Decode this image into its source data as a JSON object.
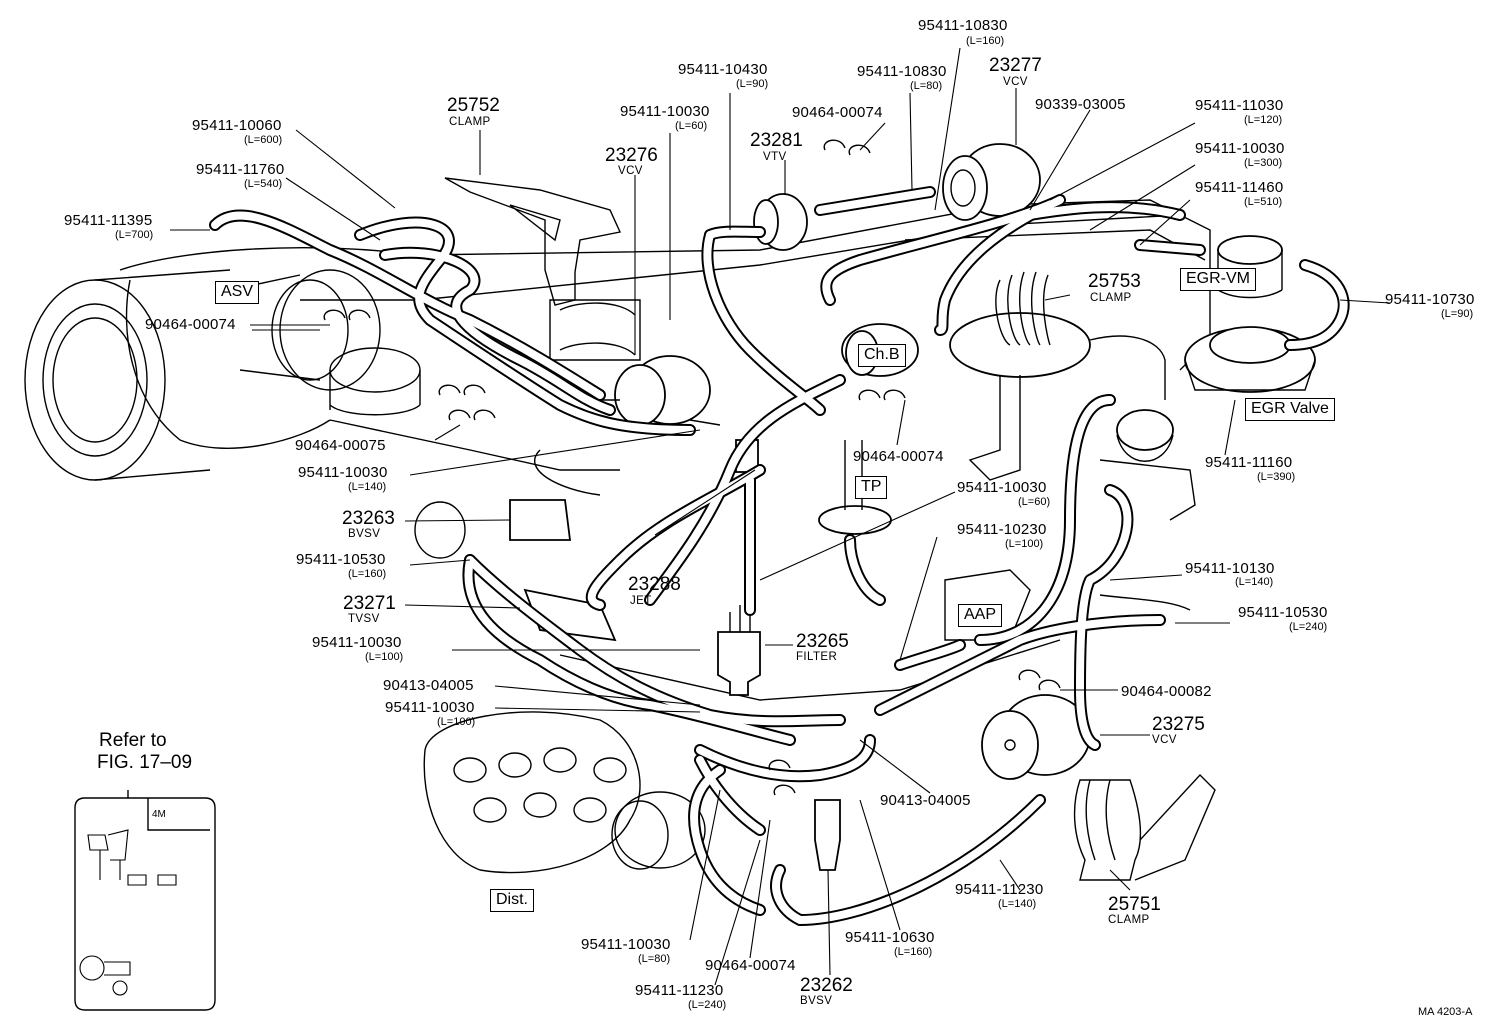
{
  "callouts": [
    {
      "id": "c1",
      "part": "95411-10830",
      "len": "(L=160)"
    },
    {
      "id": "c2",
      "part": "95411-10430",
      "len": "(L=90)"
    },
    {
      "id": "c3",
      "part": "95411-10830",
      "len": "(L=80)"
    },
    {
      "id": "c4",
      "part": "23277",
      "desc": "VCV"
    },
    {
      "id": "c5",
      "part": "25752",
      "desc": "CLAMP"
    },
    {
      "id": "c6",
      "part": "95411-10030",
      "len": "(L=60)"
    },
    {
      "id": "c7",
      "part": "90464-00074"
    },
    {
      "id": "c8",
      "part": "90339-03005"
    },
    {
      "id": "c9",
      "part": "95411-11030",
      "len": "(L=120)"
    },
    {
      "id": "c10",
      "part": "95411-10060",
      "len": "(L=600)"
    },
    {
      "id": "c11",
      "part": "23276",
      "desc": "VCV"
    },
    {
      "id": "c12",
      "part": "23281",
      "desc": "VTV"
    },
    {
      "id": "c13",
      "part": "95411-10030",
      "len": "(L=300)"
    },
    {
      "id": "c14",
      "part": "95411-11760",
      "len": "(L=540)"
    },
    {
      "id": "c15",
      "part": "95411-11460",
      "len": "(L=510)"
    },
    {
      "id": "c16",
      "part": "95411-11395",
      "len": "(L=700)"
    },
    {
      "id": "c17",
      "part": "25753",
      "desc": "CLAMP"
    },
    {
      "id": "c18",
      "part": "95411-10730",
      "len": "(L=90)"
    },
    {
      "id": "c19",
      "part": "90464-00074"
    },
    {
      "id": "c20",
      "part": "90464-00075"
    },
    {
      "id": "c21",
      "part": "90464-00074"
    },
    {
      "id": "c22",
      "part": "95411-11160",
      "len": "(L=390)"
    },
    {
      "id": "c23",
      "part": "95411-10030",
      "len": "(L=140)"
    },
    {
      "id": "c24",
      "part": "95411-10030",
      "len": "(L=60)"
    },
    {
      "id": "c25",
      "part": "23263",
      "desc": "BVSV"
    },
    {
      "id": "c26",
      "part": "95411-10230",
      "len": "(L=100)"
    },
    {
      "id": "c27",
      "part": "95411-10530",
      "len": "(L=160)"
    },
    {
      "id": "c28",
      "part": "23288",
      "desc": "JET"
    },
    {
      "id": "c29",
      "part": "95411-10130",
      "len": "(L=140)"
    },
    {
      "id": "c30",
      "part": "23271",
      "desc": "TVSV"
    },
    {
      "id": "c31",
      "part": "95411-10530",
      "len": "(L=240)"
    },
    {
      "id": "c32",
      "part": "23265",
      "desc": "FILTER"
    },
    {
      "id": "c33",
      "part": "95411-10030",
      "len": "(L=100)"
    },
    {
      "id": "c34",
      "part": "90413-04005"
    },
    {
      "id": "c35",
      "part": "90464-00082"
    },
    {
      "id": "c36",
      "part": "95411-10030",
      "len": "(L=100)"
    },
    {
      "id": "c37",
      "part": "23275",
      "desc": "VCV"
    },
    {
      "id": "c38",
      "part": "90413-04005"
    },
    {
      "id": "c39",
      "part": "95411-11230",
      "len": "(L=140)"
    },
    {
      "id": "c40",
      "part": "25751",
      "desc": "CLAMP"
    },
    {
      "id": "c41",
      "part": "95411-10030",
      "len": "(L=80)"
    },
    {
      "id": "c42",
      "part": "90464-00074"
    },
    {
      "id": "c43",
      "part": "95411-10630",
      "len": "(L=160)"
    },
    {
      "id": "c44",
      "part": "95411-11230",
      "len": "(L=240)"
    },
    {
      "id": "c45",
      "part": "23262",
      "desc": "BVSV"
    }
  ],
  "component_labels": {
    "asv": "ASV",
    "egr_vm": "EGR-VM",
    "ch_b": "Ch.B",
    "egr_valve": "EGR Valve",
    "tp": "TP",
    "aap": "AAP",
    "dist": "Dist."
  },
  "reference": {
    "line1": "Refer to",
    "line2": "FIG. 17–09",
    "inset_tag": "4M"
  },
  "figure_code": "MA 4203-A"
}
